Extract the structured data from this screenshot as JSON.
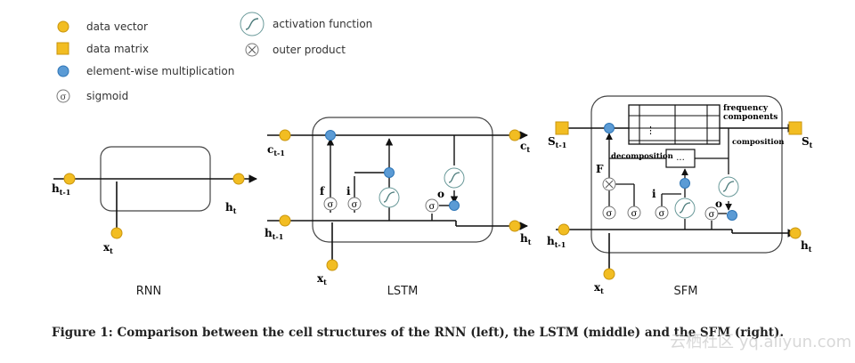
{
  "legend": {
    "data_vector": "data vector",
    "data_matrix": "data matrix",
    "elementwise": "element-wise multiplication",
    "sigmoid": "sigmoid",
    "activation": "activation function",
    "outer_product": "outer product"
  },
  "rnn": {
    "title": "RNN",
    "h_prev": "h",
    "h_prev_sub": "t-1",
    "x": "x",
    "x_sub": "t",
    "h": "h",
    "h_sub": "t"
  },
  "lstm": {
    "title": "LSTM",
    "c_prev": "c",
    "c_prev_sub": "t-1",
    "c": "c",
    "c_sub": "t",
    "h_prev": "h",
    "h_prev_sub": "t-1",
    "h": "h",
    "h_sub": "t",
    "x": "x",
    "x_sub": "t",
    "f": "f",
    "i": "i",
    "o": "o"
  },
  "sfm": {
    "title": "SFM",
    "s_prev": "S",
    "s_prev_sub": "t-1",
    "s": "S",
    "s_sub": "t",
    "h_prev": "h",
    "h_prev_sub": "t-1",
    "h": "h",
    "h_sub": "t",
    "x": "x",
    "x_sub": "t",
    "F": "F",
    "i": "i",
    "o": "o",
    "freq1": "frequency",
    "freq2": "components",
    "decomposition": "decomposition",
    "composition": "composition",
    "vdots": "⋮",
    "dots": "..."
  },
  "sigma": "σ",
  "caption": "Figure 1: Comparison between the cell structures of the RNN (left), the LSTM (middle) and the SFM (right).",
  "watermark": "云栖社区 yq.aliyun.com",
  "colors": {
    "vector": "#f2bd22",
    "vector_stroke": "#c9950e",
    "mult": "#5b9bd5",
    "mult_stroke": "#2e75b6",
    "line": "#111111",
    "gate_stroke": "#777777"
  }
}
